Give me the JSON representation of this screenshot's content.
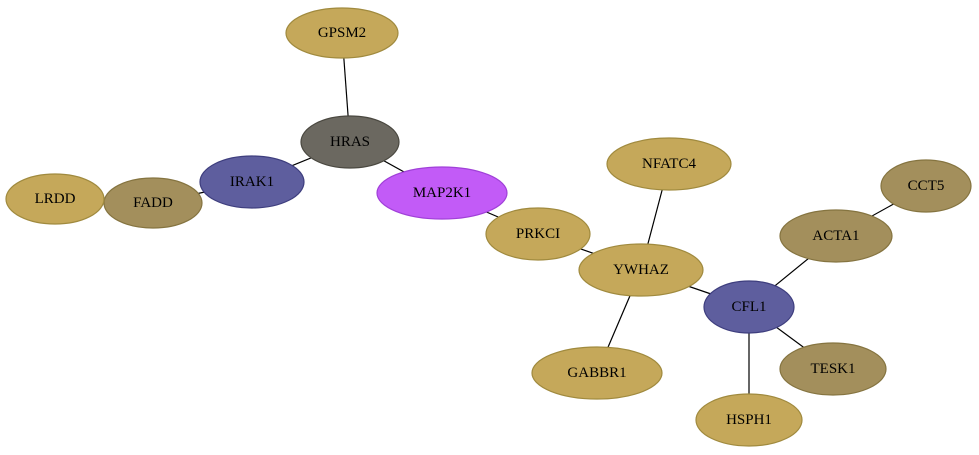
{
  "nodes": [
    {
      "id": "GPSM2",
      "label": "GPSM2",
      "color": "#c5a85a",
      "border": "#a08a3e"
    },
    {
      "id": "HRAS",
      "label": "HRAS",
      "color": "#6b6860",
      "border": "#4a4840"
    },
    {
      "id": "IRAK1",
      "label": "IRAK1",
      "color": "#5e5e9e",
      "border": "#3e3e7e"
    },
    {
      "id": "FADD",
      "label": "FADD",
      "color": "#a38f5c",
      "border": "#857440"
    },
    {
      "id": "LRDD",
      "label": "LRDD",
      "color": "#c5a85a",
      "border": "#a08a3e"
    },
    {
      "id": "MAP2K1",
      "label": "MAP2K1",
      "color": "#c25bf7",
      "border": "#a040d8"
    },
    {
      "id": "PRKCI",
      "label": "PRKCI",
      "color": "#c5a85a",
      "border": "#a08a3e"
    },
    {
      "id": "NFATC4",
      "label": "NFATC4",
      "color": "#c5a85a",
      "border": "#a08a3e"
    },
    {
      "id": "YWHAZ",
      "label": "YWHAZ",
      "color": "#c5a85a",
      "border": "#a08a3e"
    },
    {
      "id": "GABBR1",
      "label": "GABBR1",
      "color": "#c5a85a",
      "border": "#a08a3e"
    },
    {
      "id": "CFL1",
      "label": "CFL1",
      "color": "#5e5e9e",
      "border": "#3e3e7e"
    },
    {
      "id": "ACTA1",
      "label": "ACTA1",
      "color": "#a38f5c",
      "border": "#857440"
    },
    {
      "id": "CCT5",
      "label": "CCT5",
      "color": "#a38f5c",
      "border": "#857440"
    },
    {
      "id": "TESK1",
      "label": "TESK1",
      "color": "#a38f5c",
      "border": "#857440"
    },
    {
      "id": "HSPH1",
      "label": "HSPH1",
      "color": "#c5a85a",
      "border": "#a08a3e"
    }
  ],
  "edges": [
    {
      "source": "GPSM2",
      "target": "HRAS"
    },
    {
      "source": "HRAS",
      "target": "IRAK1"
    },
    {
      "source": "HRAS",
      "target": "MAP2K1"
    },
    {
      "source": "IRAK1",
      "target": "FADD"
    },
    {
      "source": "FADD",
      "target": "LRDD"
    },
    {
      "source": "MAP2K1",
      "target": "PRKCI"
    },
    {
      "source": "PRKCI",
      "target": "YWHAZ"
    },
    {
      "source": "NFATC4",
      "target": "YWHAZ"
    },
    {
      "source": "YWHAZ",
      "target": "GABBR1"
    },
    {
      "source": "YWHAZ",
      "target": "CFL1"
    },
    {
      "source": "CFL1",
      "target": "ACTA1"
    },
    {
      "source": "ACTA1",
      "target": "CCT5"
    },
    {
      "source": "CFL1",
      "target": "TESK1"
    },
    {
      "source": "CFL1",
      "target": "HSPH1"
    }
  ]
}
